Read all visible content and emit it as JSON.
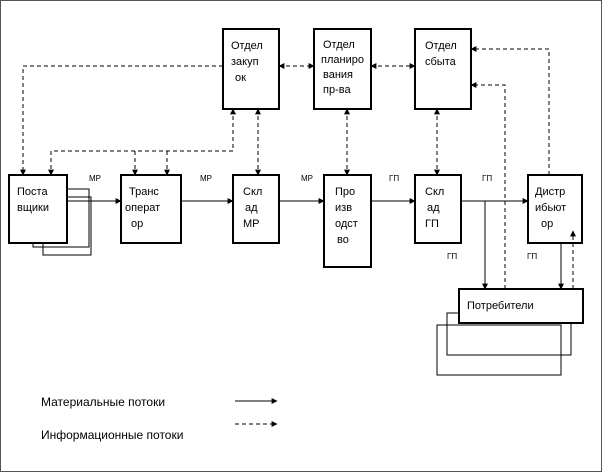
{
  "nodes": {
    "purchasing": [
      "Отдел",
      "закуп",
      "ок"
    ],
    "planning": [
      "Отдел",
      "планиро",
      "вания",
      "пр-ва"
    ],
    "sales": [
      "Отдел",
      "сбыта"
    ],
    "suppliers": [
      "Поста",
      "вщики"
    ],
    "transport": [
      "Транс",
      "операт",
      "ор"
    ],
    "warehouse_mr": [
      "Скл",
      "ад",
      "МР"
    ],
    "production": [
      "Про",
      "изв",
      "одст",
      "во"
    ],
    "warehouse_gp": [
      "Скл",
      "ад",
      "ГП"
    ],
    "distributor": [
      "Дистр",
      "ибьют",
      "ор"
    ],
    "consumers": [
      "Потребители"
    ]
  },
  "flow_labels": {
    "mr_1": "МР",
    "mr_2": "МР",
    "mr_3": "МР",
    "gp_1": "ГП",
    "gp_2": "ГП",
    "gp_3": "ГП",
    "gp_4": "ГП"
  },
  "legend": {
    "material": "Материальные потоки",
    "information": "Информационные потоки"
  }
}
